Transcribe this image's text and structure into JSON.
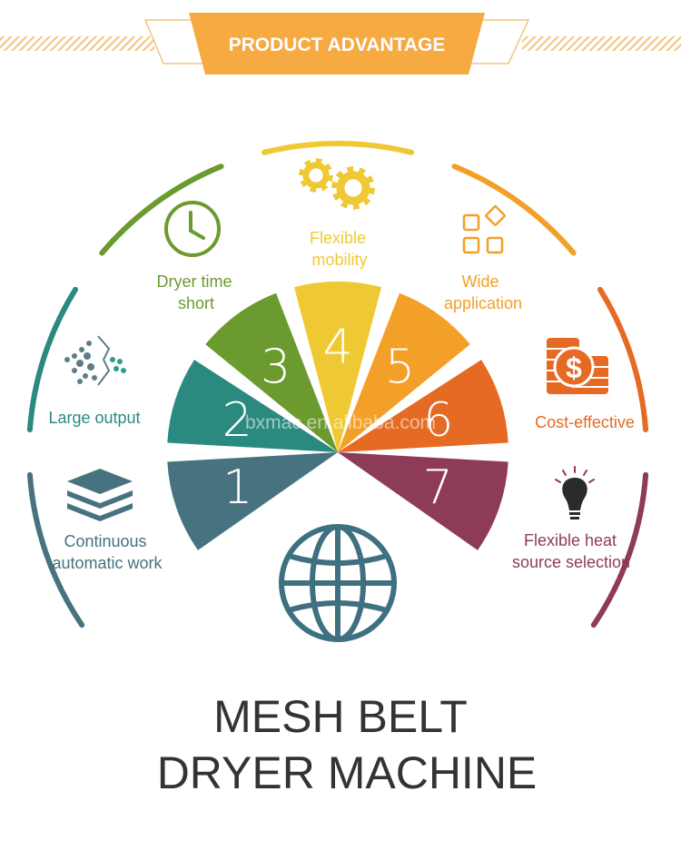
{
  "header": {
    "title": "PRODUCT ADVANTAGE"
  },
  "colors": {
    "header_orange": "#f7a942",
    "stripe": "#f3c37e",
    "seg1": "#47727f",
    "seg2": "#2a8a80",
    "seg3": "#6b9a2f",
    "seg4": "#efc933",
    "seg5": "#f3a028",
    "seg6": "#e56a23",
    "seg7": "#8e3b57",
    "globe": "#3f7080"
  },
  "segments": [
    {
      "number": "1",
      "label_lines": [
        "Continuous",
        "automatic work"
      ],
      "icon": "layers-icon"
    },
    {
      "number": "2",
      "label_lines": [
        "Large output"
      ],
      "icon": "particles-icon"
    },
    {
      "number": "3",
      "label_lines": [
        "Dryer time",
        "short"
      ],
      "icon": "clock-icon"
    },
    {
      "number": "4",
      "label_lines": [
        "Flexible",
        "mobility"
      ],
      "icon": "gears-icon"
    },
    {
      "number": "5",
      "label_lines": [
        "Wide",
        "application"
      ],
      "icon": "grid-icon"
    },
    {
      "number": "6",
      "label_lines": [
        "Cost-effective"
      ],
      "icon": "coins-dollar-icon"
    },
    {
      "number": "7",
      "label_lines": [
        "Flexible heat",
        "source selection"
      ],
      "icon": "lightbulb-icon"
    }
  ],
  "center_icon": "globe-icon",
  "watermark": "bxmac.en.alibaba.com",
  "footer": {
    "title_line1": "MESH BELT",
    "title_line2": "DRYER MACHINE"
  }
}
